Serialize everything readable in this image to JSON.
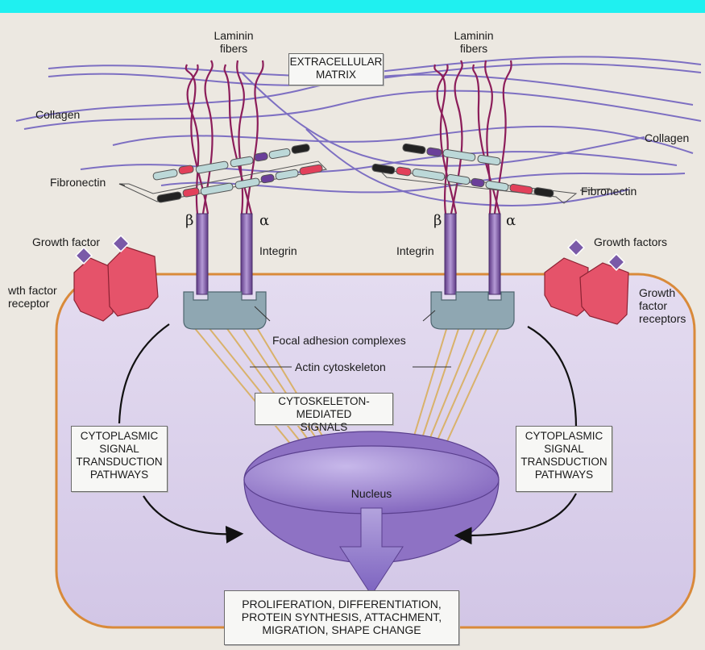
{
  "labels": {
    "laminin_left": "Laminin\nfibers",
    "laminin_right": "Laminin\nfibers",
    "extracellular_matrix": "EXTRACELLULAR\nMATRIX",
    "collagen_left": "Collagen",
    "collagen_right": "Collagen",
    "fibronectin_left": "Fibronectin",
    "fibronectin_right": "Fibronectin",
    "beta_left": "β",
    "alpha_left": "α",
    "beta_right": "β",
    "alpha_right": "α",
    "integrin_left": "Integrin",
    "integrin_right": "Integrin",
    "growth_factor": "Growth factor",
    "growth_factors": "Growth factors",
    "gf_receptor_left": "wth factor\nreceptor",
    "gf_receptors_right": "Growth factor\nreceptors",
    "focal_adhesion": "Focal adhesion complexes",
    "actin_cytoskeleton": "Actin cytoskeleton",
    "cytoskeleton_signals": "CYTOSKELETON-MEDIATED\nSIGNALS",
    "cyto_pathways_left": "CYTOPLASMIC\nSIGNAL\nTRANSDUCTION\nPATHWAYS",
    "cyto_pathways_right": "CYTOPLASMIC\nSIGNAL\nTRANSDUCTION\nPATHWAYS",
    "nucleus": "Nucleus",
    "outcomes": "PROLIFERATION, DIFFERENTIATION,\nPROTEIN SYNTHESIS, ATTACHMENT,\nMIGRATION, SHAPE CHANGE"
  },
  "colors": {
    "top_strip": "#1ff0f0",
    "cell_fill": "#dcd2ea",
    "cell_border": "#d98a3a",
    "collagen": "#7d6fc2",
    "laminin": "#8c1d5a",
    "integrin": "#7a4f9c",
    "receptor": "#e5536a",
    "focal_adhesion": "#8fa7b2",
    "actin": "#d9b26b",
    "nucleus": "#8e72c4",
    "arrow": "#111111"
  }
}
